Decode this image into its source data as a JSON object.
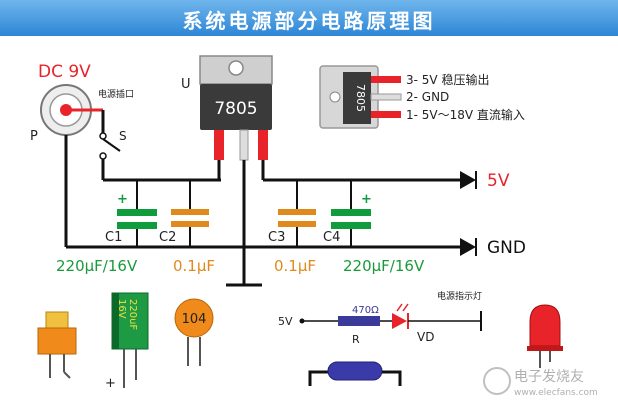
{
  "title": "系统电源部分电路原理图",
  "labels": {
    "dc": "DC 9V",
    "jack": "电源插口",
    "p": "P",
    "s": "S",
    "u": "U",
    "chip": "7805",
    "chip_small": "7805",
    "pin3": "3- 5V 稳压输出",
    "pin2": "2- GND",
    "pin1": "1- 5V～18V 直流输入",
    "out5v": "5V",
    "gnd": "GND",
    "c1": "C1",
    "c2": "C2",
    "c3": "C3",
    "c4": "C4",
    "c1_val": "220μF/16V",
    "c2_val": "0.1μF",
    "c3_val": "0.1μF",
    "c4_val": "220μF/16V",
    "plus1": "+",
    "plus4": "+",
    "ecap_text1": "220uF",
    "ecap_text2": "16V",
    "ecap_plus": "+",
    "cer": "104",
    "led_title": "电源指示灯",
    "res_ohm": "470Ω",
    "r5v": "5V",
    "r_label": "R",
    "vd": "VD",
    "watermark": "电子发烧友",
    "watermark_url": "www.elecfans.com"
  },
  "colors": {
    "title_bg": "#2d86d6",
    "red": "#e8232a",
    "green": "#0b8a3c",
    "cap_green": "#119c3b",
    "cap_orange": "#e08a1e",
    "wire": "#111111",
    "label_green": "#1a9a3a"
  }
}
